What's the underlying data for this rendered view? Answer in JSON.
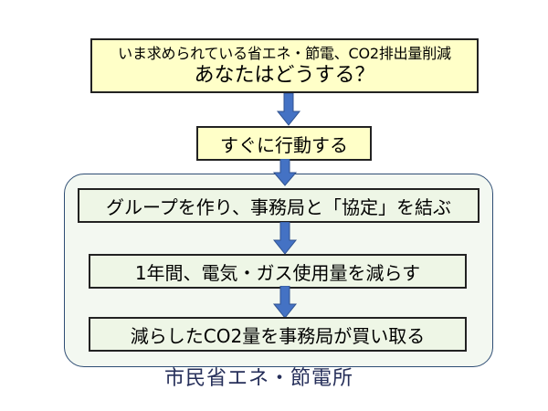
{
  "flow": {
    "question_line1": "いま求められている省エネ・節電、CO2排出量削減",
    "question_line2": "あなたはどうする？",
    "action": "すぐに行動する",
    "steps": [
      "グループを作り、事務局と「協定」を結ぶ",
      "1年間、電気・ガス使用量を減らす",
      "減らしたCO2量を事務局が買い取る"
    ],
    "organization": "市民省エネ・節電所"
  },
  "colors": {
    "box_fill_yellow": "#ffffc8",
    "box_fill_green": "#eef6e6",
    "panel_fill": "#f3f8f1",
    "panel_border": "#2e4d74",
    "arrow": "#4472c4",
    "org_text": "#262f5a"
  }
}
